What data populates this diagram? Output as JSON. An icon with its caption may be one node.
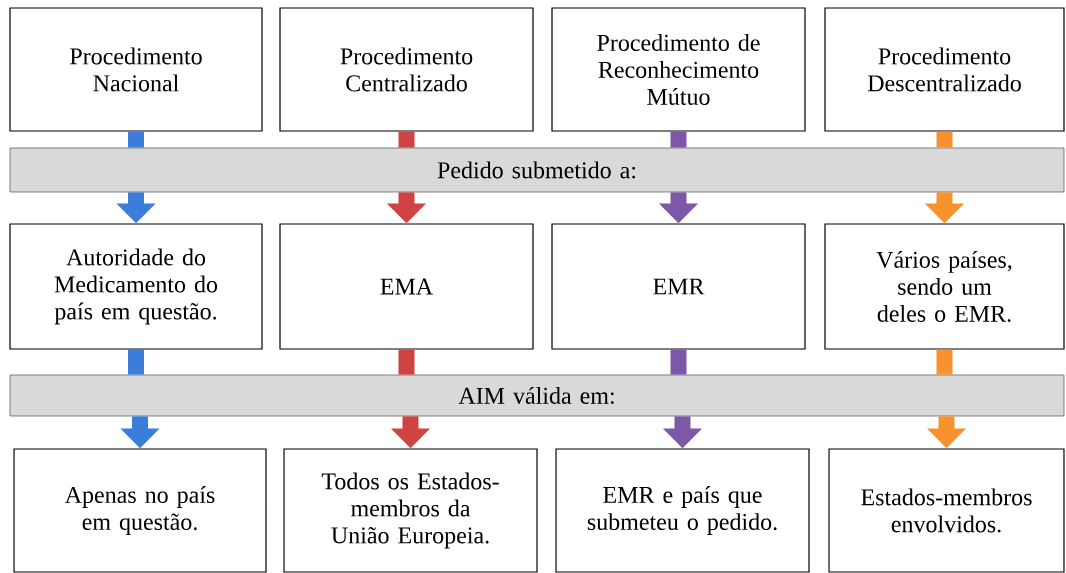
{
  "diagram": {
    "nodes": [
      {
        "text": [
          "Procedimento Nacional"
        ]
      },
      {
        "text": [
          "Procedimento Centralizado"
        ]
      },
      {
        "text": [
          "Procedimento de Reconhecimento Mútuo"
        ]
      },
      {
        "text": [
          "Procedimento Descentralizado"
        ]
      },
      {
        "text": [
          "Pedido submetido a:"
        ]
      },
      {
        "text": [
          "Autoridade do Medicamento do país em questão."
        ]
      },
      {
        "text": [
          "EMA"
        ]
      },
      {
        "text": [
          "EMR"
        ]
      },
      {
        "text": [
          "Vários países, sendo um deles o EMR."
        ]
      },
      {
        "text": [
          "AIM válida em:"
        ]
      },
      {
        "text": [
          "Apenas no país em questão."
        ]
      },
      {
        "text": [
          "Todos os Estados-membros da União Europeia."
        ]
      },
      {
        "text": [
          "EMR e país que submeteu o pedido."
        ]
      },
      {
        "text": [
          "Estados-membros envolvidos."
        ]
      }
    ],
    "edges": [
      {
        "from": 0,
        "to": 4,
        "arrow": "none",
        "color": "#3b7dd8"
      },
      {
        "from": 4,
        "to": 5,
        "arrow": "to",
        "color": "#3b7dd8"
      },
      {
        "from": 1,
        "to": 4,
        "arrow": "none",
        "color": "#d04343"
      },
      {
        "from": 4,
        "to": 6,
        "arrow": "to",
        "color": "#d04343"
      },
      {
        "from": 2,
        "to": 4,
        "arrow": "none",
        "color": "#7d58a8"
      },
      {
        "from": 4,
        "to": 7,
        "arrow": "to",
        "color": "#7d58a8"
      },
      {
        "from": 3,
        "to": 4,
        "arrow": "none",
        "color": "#f7922e"
      },
      {
        "from": 4,
        "to": 8,
        "arrow": "to",
        "color": "#f7922e"
      },
      {
        "from": 5,
        "to": 9,
        "arrow": "none",
        "color": "#3b7dd8"
      },
      {
        "from": 9,
        "to": 10,
        "arrow": "to",
        "color": "#3b7dd8"
      },
      {
        "from": 6,
        "to": 9,
        "arrow": "none",
        "color": "#d04343"
      },
      {
        "from": 9,
        "to": 11,
        "arrow": "to",
        "color": "#d04343"
      },
      {
        "from": 7,
        "to": 9,
        "arrow": "none",
        "color": "#7d58a8"
      },
      {
        "from": 9,
        "to": 12,
        "arrow": "to",
        "color": "#7d58a8"
      },
      {
        "from": 8,
        "to": 9,
        "arrow": "none",
        "color": "#f7922e"
      },
      {
        "from": 9,
        "to": 13,
        "arrow": "to",
        "color": "#f7922e"
      }
    ]
  }
}
